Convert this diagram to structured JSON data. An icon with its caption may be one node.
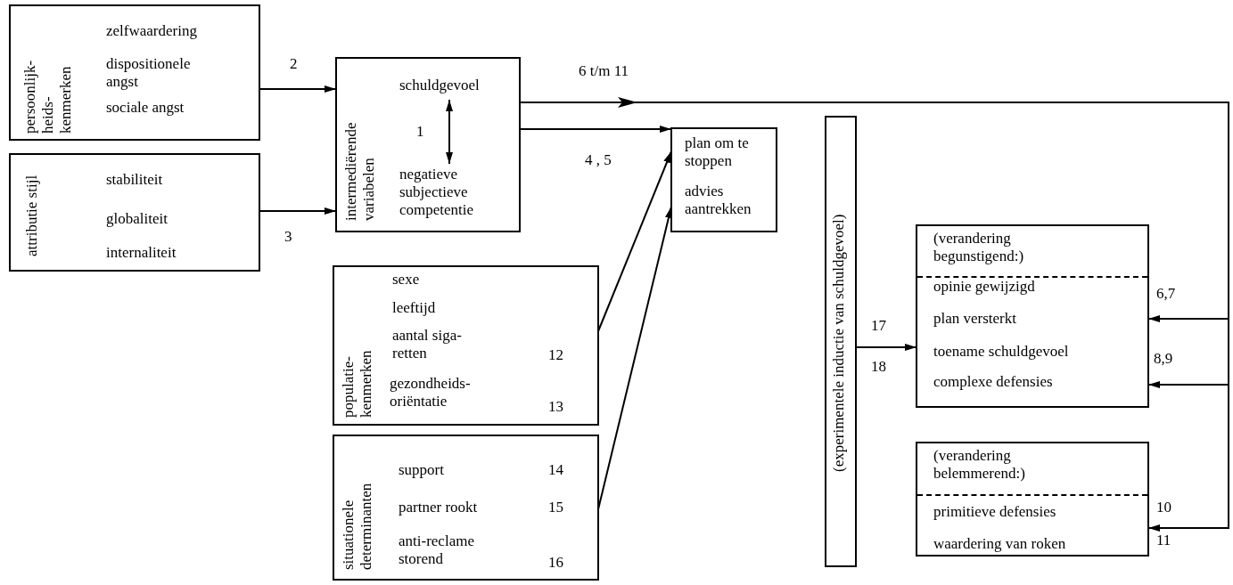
{
  "diagram": {
    "nodes": [
      {
        "text": [
          "persoonlijk- heids- kenmerken",
          "zelfwaardering",
          "dispositionele angst",
          "sociale angst"
        ]
      },
      {
        "text": [
          "attributie stijl",
          "stabiliteit",
          "globaliteit",
          "internaliteit"
        ]
      },
      {
        "text": [
          "intermediërende variabelen"
        ]
      },
      {
        "text": [
          "schuldgevoel"
        ],
        "in": 2
      },
      {
        "text": [
          "negatieve subjectieve competentie"
        ],
        "in": 2
      },
      {
        "text": [
          "plan om te stoppen",
          "advies aantrekken"
        ]
      },
      {
        "text": [
          "populatie- kenmerken",
          "sexe",
          "leeftijd",
          "aantal siga- retten",
          "12",
          "gezondheids- oriëntatie",
          "13"
        ]
      },
      {
        "text": [
          "situationele determinanten",
          "support",
          "14",
          "partner rookt",
          "15",
          "anti-reclame storend",
          "16"
        ]
      },
      {
        "text": [
          "(experimentele inductie van schuldgevoel)"
        ]
      },
      {
        "text": [
          "(verandering begunstigend:)",
          "opinie gewijzigd",
          "plan versterkt",
          "toename schuldgevoel",
          "complexe defensies"
        ],
        "beside": [
          "6,7",
          "8,9"
        ]
      },
      {
        "text": [
          "(verandering belemmerend:)",
          "primitieve defensies",
          "waardering van roken"
        ],
        "beside": [
          "10",
          "11"
        ]
      }
    ],
    "edges": [
      {
        "from": 0,
        "to": 2,
        "arrow": "to",
        "label": "2"
      },
      {
        "from": 1,
        "to": 2,
        "arrow": "to",
        "label": "3"
      },
      {
        "from": 3,
        "to": 4,
        "arrow": "both",
        "label": "1"
      },
      {
        "from": 2,
        "to": 5,
        "arrow": "to",
        "label": "4 , 5"
      },
      {
        "from": 6,
        "to": 5,
        "arrow": "to"
      },
      {
        "from": 7,
        "to": 5,
        "arrow": "to"
      },
      {
        "from": 2,
        "to": 9,
        "arrow": "to",
        "label": "6 t/m 11"
      },
      {
        "from": 2,
        "to": 9,
        "arrow": "to"
      },
      {
        "from": 2,
        "to": 10,
        "arrow": "to"
      },
      {
        "from": 8,
        "to": 9,
        "arrow": "to",
        "label": "17"
      }
    ],
    "labels": [
      "18"
    ]
  }
}
